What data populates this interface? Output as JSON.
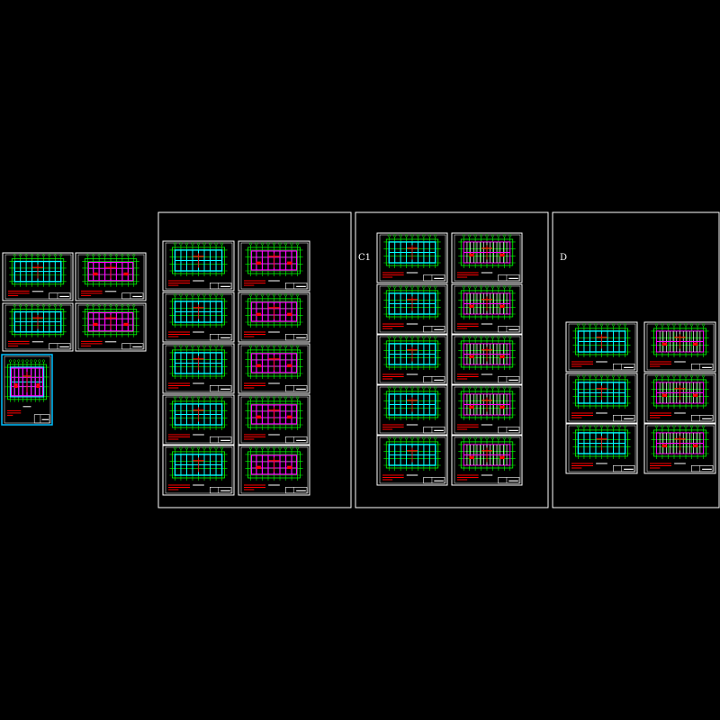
{
  "sections": [
    {
      "id": "group-a",
      "label": ""
    },
    {
      "id": "group-b",
      "label": ""
    },
    {
      "id": "group-c1",
      "label": "C1"
    },
    {
      "id": "group-d",
      "label": "D"
    }
  ],
  "colors": {
    "background": "#000000",
    "frame": "#ffffff",
    "grid_lines": "#00ff00",
    "beams": "#00ffff",
    "walls": "#ff00ff",
    "annotations": "#ff0000",
    "selection": "#00bfff"
  }
}
